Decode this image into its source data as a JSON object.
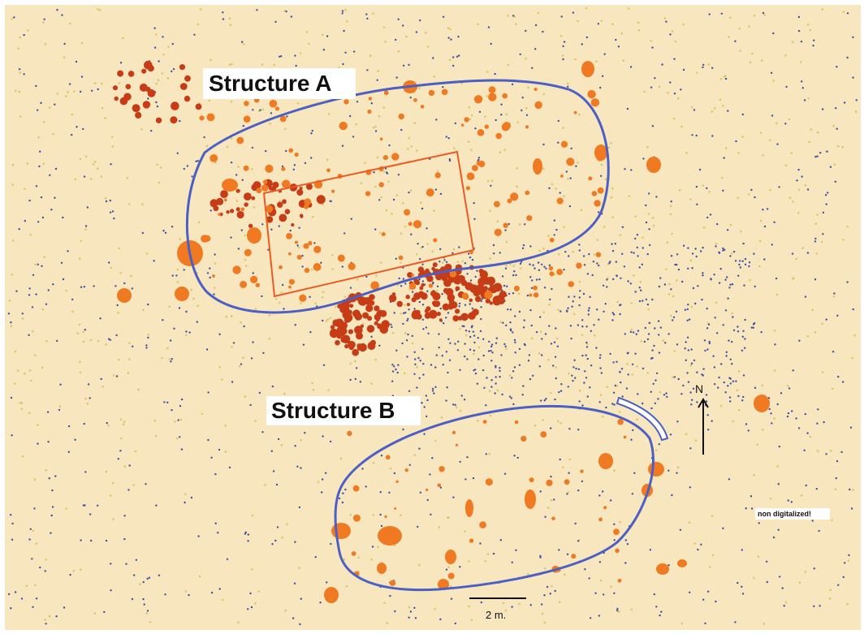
{
  "map": {
    "labels": {
      "structure_a": "Structure A",
      "structure_b": "Structure B",
      "non_digitalized": "non digitalized!",
      "north": "N",
      "scale": "2 m."
    },
    "colors": {
      "background": "#f8e6be",
      "outline": "#4b5fc4",
      "posthole_orange": "#ef7a22",
      "posthole_dark": "#c63c16",
      "dot_blue": "#3a4fa8",
      "dot_yellow": "#d9c86a",
      "rect_outline": "#ec5a22"
    }
  }
}
